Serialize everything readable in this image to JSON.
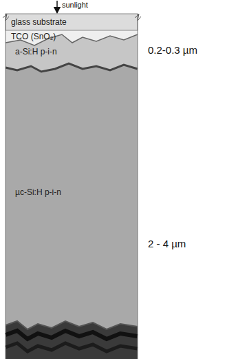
{
  "diagram": {
    "nodes": [
      {
        "text": [
          "glass substrate"
        ]
      },
      {
        "text": [
          "TCO (SnO₂)"
        ]
      },
      {
        "text": [
          "a-Si:H p-i-n"
        ]
      },
      {
        "text": [
          "µc-Si:H p-i-n"
        ]
      }
    ],
    "labels": [
      "sunlight",
      "0.2-0.3 µm",
      "2 - 4 µm"
    ]
  }
}
